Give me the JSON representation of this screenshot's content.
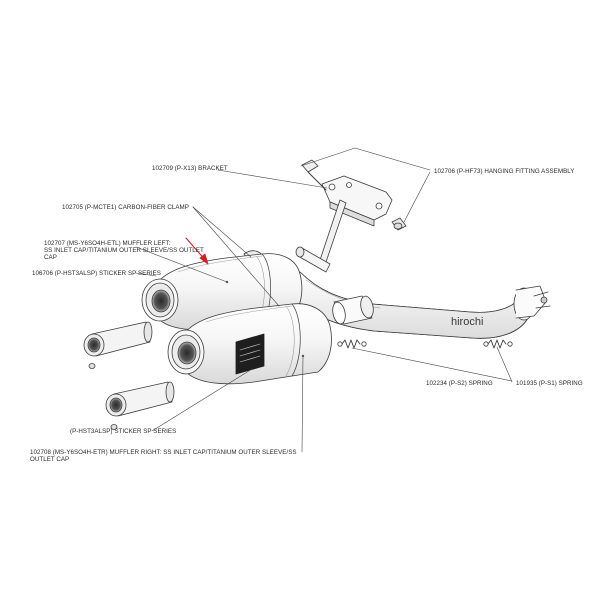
{
  "labels": {
    "bracket": "102709 (P-X13) BRACKET",
    "hanging_fitting": "102706 (P-HF73) HANGING FITTING ASSEMBLY",
    "clamp": "102705 (P-MCTE1) CARBON-FIBER CLAMP",
    "muffler_left_1": "102707 (MS-Y6SO4H-ETL) MUFFLER LEFT:",
    "muffler_left_2": "SS INLET CAP/TITANIUM OUTER SLEEVE/SS OUTLET",
    "muffler_left_3": "CAP",
    "sticker_top": "106706 (P-HST3ALSP) STICKER SP SERIES",
    "spring_s2": "102234 (P-S2) SPRING",
    "spring_s1": "101935 (P-S1) SPRING",
    "sticker_bottom": "(P-HST3ALSP) STICKER SP SERIES",
    "muffler_right_1": "102708 (MS-Y6SO4H-ETR) MUFFLER RIGHT: SS INLET CAP/TITANIUM OUTER SLEEVE/SS",
    "muffler_right_2": "OUTLET CAP"
  },
  "watermark": "hirochi",
  "colors": {
    "line": "#3c3c3c",
    "arrow": "#d62020",
    "text": "#2a2a2a"
  }
}
